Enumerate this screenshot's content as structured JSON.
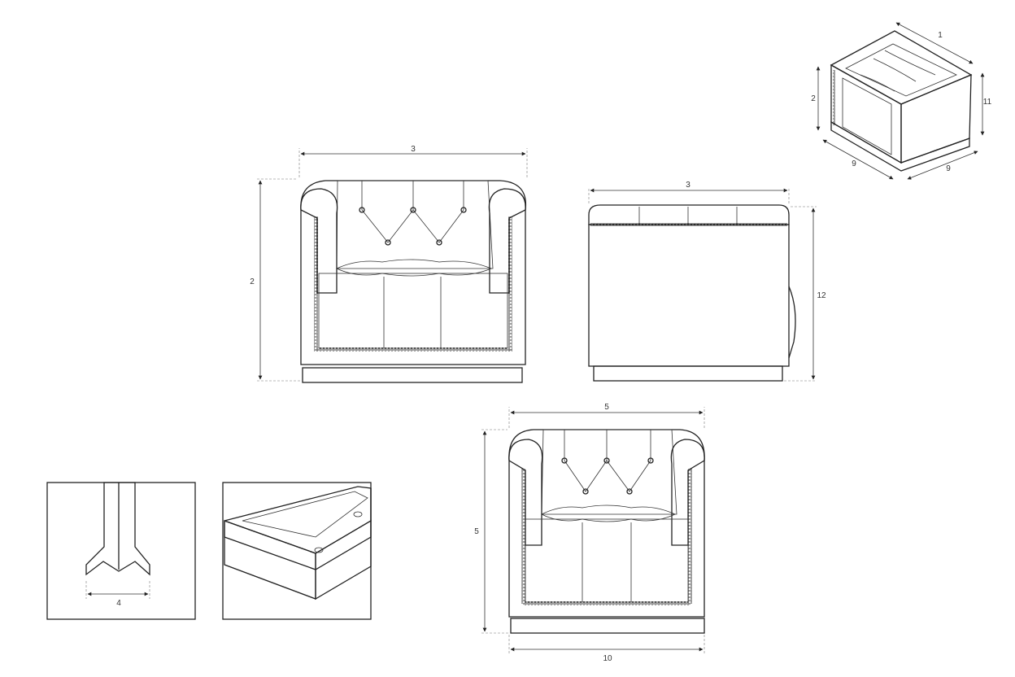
{
  "front_view": {
    "width_label": "3",
    "height_label": "2"
  },
  "side_view": {
    "width_label": "3",
    "height_label": "12"
  },
  "rear_view": {
    "width_label": "5",
    "height_label": "5",
    "base_label": "10"
  },
  "iso_view": {
    "top_label": "1",
    "left_height_label": "2",
    "right_height_label": "11",
    "left_base_label": "9",
    "right_base_label": "9"
  },
  "leg_detail": {
    "width_label": "4"
  }
}
